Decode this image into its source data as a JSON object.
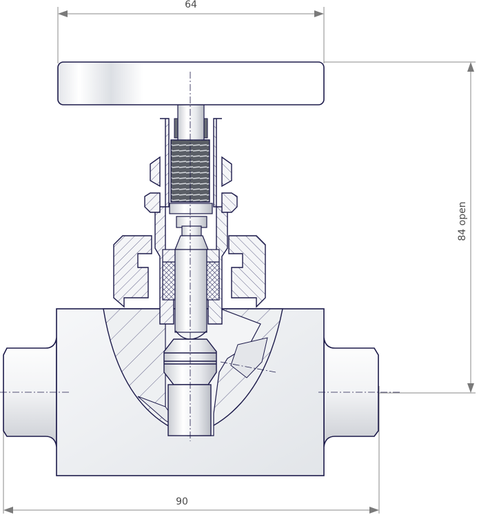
{
  "diagram": {
    "type": "technical-cutaway-drawing",
    "subject": "needle valve, sectional view",
    "colors": {
      "outline": "#1c1a4a",
      "dimension_line": "#8a8a8a",
      "dimension_text": "#4a4a4a",
      "body_fill": "#eef0f2",
      "hatch": "#3a3a6a",
      "thread": "#5a5e66"
    },
    "dimensions": {
      "handle_width": {
        "label": "64",
        "orientation": "horizontal",
        "position": "top"
      },
      "overall_length": {
        "label": "90",
        "orientation": "horizontal",
        "position": "bottom"
      },
      "height_open": {
        "label": "84 open",
        "orientation": "vertical",
        "position": "right"
      }
    },
    "parts": [
      {
        "id": "handle",
        "name": "T-handle / handwheel bar"
      },
      {
        "id": "stem",
        "name": "valve stem"
      },
      {
        "id": "bonnet",
        "name": "bonnet with internal thread"
      },
      {
        "id": "lock-nut",
        "name": "lock nut"
      },
      {
        "id": "packing-nut",
        "name": "packing gland nut"
      },
      {
        "id": "packing",
        "name": "stem packing (cross-hatched)"
      },
      {
        "id": "body",
        "name": "valve body (sectioned)"
      },
      {
        "id": "needle-tip",
        "name": "needle / plug tip"
      },
      {
        "id": "inlet-port",
        "name": "left weld-end connection"
      },
      {
        "id": "outlet-port",
        "name": "right weld-end connection"
      }
    ]
  }
}
